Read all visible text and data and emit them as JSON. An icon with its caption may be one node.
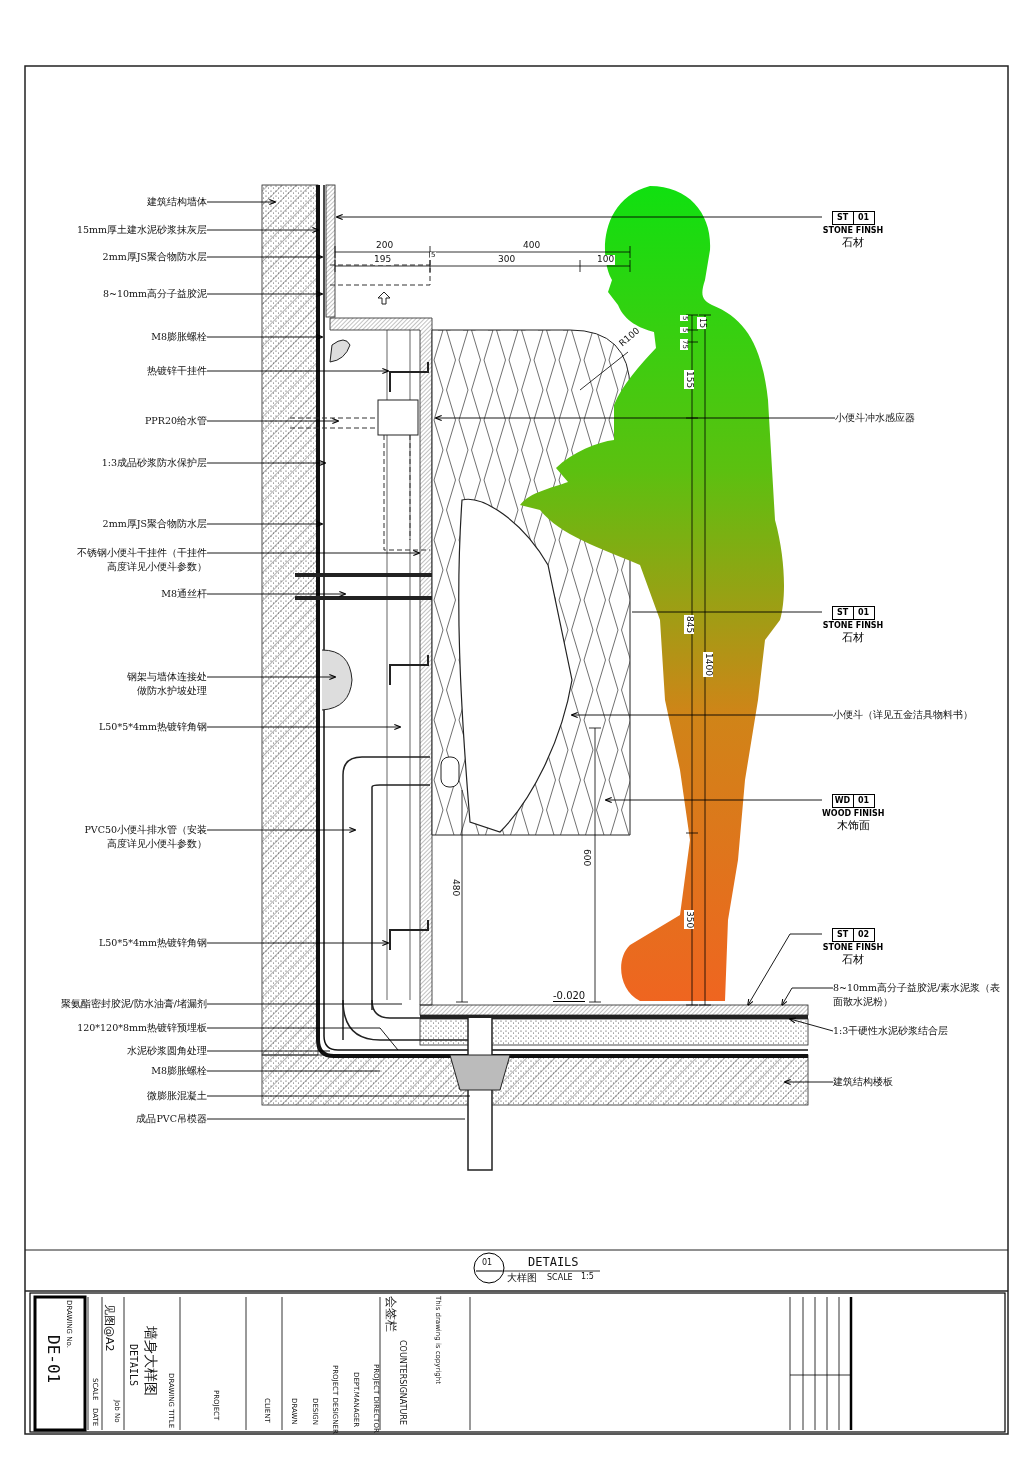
{
  "diagram": {
    "nodes": [
      {
        "text": [
          "建筑结构墙体"
        ]
      },
      {
        "text": [
          "15mm厚土建水泥砂浆抹灰层"
        ]
      },
      {
        "text": [
          "2mm厚JS聚合物防水层"
        ]
      },
      {
        "text": [
          "8~10mm高分子益胶泥"
        ]
      },
      {
        "text": [
          "M8膨胀螺栓"
        ]
      },
      {
        "text": [
          "热镀锌干挂件"
        ]
      },
      {
        "text": [
          "PPR20给水管"
        ]
      },
      {
        "text": [
          "1:3成品砂浆防水保护层"
        ]
      },
      {
        "text": [
          "2mm厚JS聚合物防水层"
        ]
      },
      {
        "text": [
          "不锈钢小便斗干挂件（干挂件高度详见小便斗参数）"
        ]
      },
      {
        "text": [
          "M8通丝杆"
        ]
      },
      {
        "text": [
          "钢架与墙体连接处做防水护坡处理"
        ]
      },
      {
        "text": [
          "L50*5*4mm热镀锌角钢"
        ]
      },
      {
        "text": [
          "PVC50小便斗排水管（安装高度详见小便斗参数）"
        ]
      },
      {
        "text": [
          "L50*5*4mm热镀锌角钢"
        ]
      },
      {
        "text": [
          "聚氨酯密封胶泥/防水油膏/堵漏剂"
        ]
      },
      {
        "text": [
          "120*120*8mm热镀锌预埋板"
        ]
      },
      {
        "text": [
          "水泥砂浆圆角处理"
        ]
      },
      {
        "text": [
          "M8膨胀螺栓"
        ]
      },
      {
        "text": [
          "微膨胀混凝土"
        ]
      },
      {
        "text": [
          "成品PVC吊模器"
        ]
      },
      {
        "text": [
          "ST",
          "01",
          "STONE FINSH",
          "石材"
        ]
      },
      {
        "text": [
          "小便斗冲水感应器"
        ]
      },
      {
        "text": [
          "ST",
          "01",
          "STONE FINSH",
          "石材"
        ]
      },
      {
        "text": [
          "小便斗（详见五金洁具物料书）"
        ]
      },
      {
        "text": [
          "WD",
          "01",
          "WOOD FINISH",
          "木饰面"
        ]
      },
      {
        "text": [
          "ST",
          "02",
          "STONE FINSH",
          "石材"
        ]
      },
      {
        "text": [
          "8~10mm高分子益胶泥/素水泥浆（表面散水泥粉）"
        ]
      },
      {
        "text": [
          "1:3干硬性水泥砂浆结合层"
        ]
      },
      {
        "text": [
          "建筑结构楼板"
        ]
      },
      {
        "text": [],
        "shape": "picture"
      },
      {
        "text": [],
        "shape": "bar"
      },
      {
        "text": [],
        "shape": "bar"
      }
    ],
    "edges": [
      {
        "from": 0,
        "to": null,
        "arrow": "to"
      },
      {
        "from": 1,
        "to": null,
        "arrow": "to"
      },
      {
        "from": 2,
        "to": null,
        "arrow": "to"
      },
      {
        "from": 3,
        "to": null,
        "arrow": "to"
      },
      {
        "from": 4,
        "to": null,
        "arrow": "to"
      },
      {
        "from": 5,
        "to": null,
        "arrow": "to"
      },
      {
        "from": 6,
        "to": null,
        "arrow": "to"
      },
      {
        "from": 7,
        "to": null,
        "arrow": "to"
      },
      {
        "from": 8,
        "to": null,
        "arrow": "to"
      },
      {
        "from": 9,
        "to": null,
        "arrow": "to"
      },
      {
        "from": 10,
        "to": null,
        "arrow": "to"
      },
      {
        "from": 11,
        "to": null,
        "arrow": "to"
      },
      {
        "from": 12,
        "to": null,
        "arrow": "to"
      },
      {
        "from": 13,
        "to": null,
        "arrow": "to"
      },
      {
        "from": 14,
        "to": null,
        "arrow": "to"
      },
      {
        "from": 15,
        "to": null,
        "arrow": "none"
      },
      {
        "from": 16,
        "to": null,
        "arrow": "none"
      },
      {
        "from": 17,
        "to": null,
        "arrow": "none"
      },
      {
        "from": 18,
        "to": null,
        "arrow": "none"
      },
      {
        "from": 19,
        "to": null,
        "arrow": "none"
      },
      {
        "from": 20,
        "to": null,
        "arrow": "none"
      },
      {
        "from": 21,
        "to": null,
        "arrow": "to"
      },
      {
        "from": 22,
        "to": null,
        "arrow": "to"
      },
      {
        "from": 23,
        "to": null,
        "arrow": "none"
      },
      {
        "from": 24,
        "to": 30,
        "arrow": "to"
      },
      {
        "from": 25,
        "to": null,
        "arrow": "to"
      },
      {
        "from": 26,
        "to": 31,
        "arrow": "to"
      },
      {
        "from": 27,
        "to": 31,
        "arrow": "to"
      },
      {
        "from": 28,
        "to": 32,
        "arrow": "to"
      },
      {
        "from": 29,
        "to": null,
        "arrow": "to"
      }
    ],
    "labels": [
      "200",
      "5",
      "195",
      "400",
      "300",
      "100",
      "R100",
      "5",
      "5",
      "75",
      "15",
      "155",
      "845",
      "1400",
      "600",
      "480",
      "350",
      "-0.020",
      "01",
      "DETAILS",
      "大样图",
      "SCALE",
      "1:5",
      "DRAWING No.",
      "DE-01",
      "SCALE",
      "DATE",
      "见图@A2",
      "Job No",
      "DETAILS",
      "墙身大样图",
      "DRAWING TITLE",
      "PROJECT",
      "CLIENT",
      "DRAWN",
      "DESIGN",
      "PROJECT DESIGNER",
      "DEPT.MANAGER",
      "PROJECT DIRECTOR",
      "会签栏",
      "COUNTERSIGNATURE",
      "This drawing is copyright"
    ]
  }
}
